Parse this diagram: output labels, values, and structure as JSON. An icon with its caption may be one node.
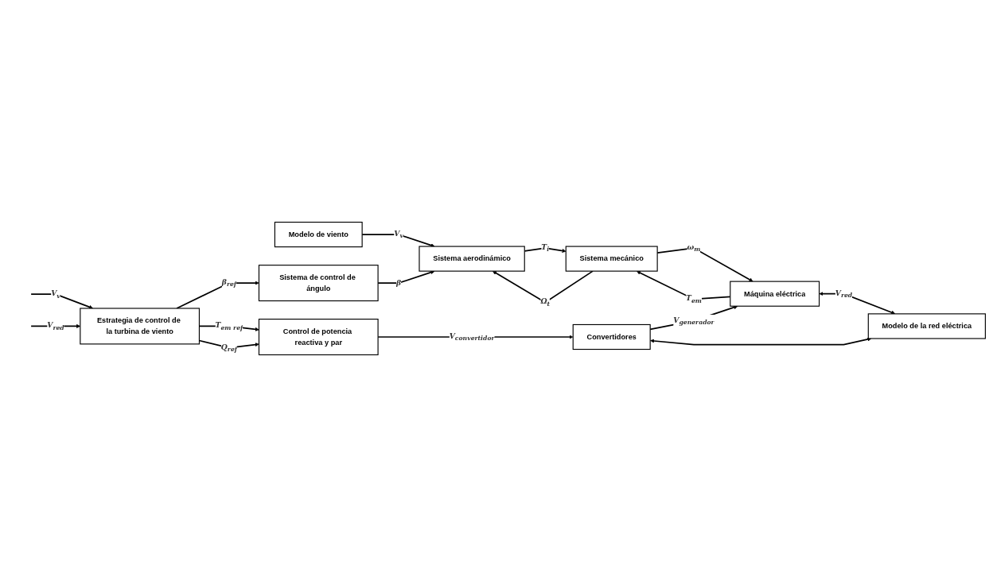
{
  "diagram": {
    "nodes": [
      {
        "text": [
          "Modelo de viento"
        ]
      },
      {
        "text": [
          "Sistema aerodinámico"
        ]
      },
      {
        "text": [
          "Sistema mecánico"
        ]
      },
      {
        "text": [
          "Máquina eléctrica"
        ]
      },
      {
        "text": [
          "Modelo de la red eléctrica"
        ]
      },
      {
        "text": [
          "Convertidores"
        ]
      },
      {
        "text": [
          "Sistema de control de ángulo"
        ]
      },
      {
        "text": [
          "Control de potencia reactiva y par"
        ]
      },
      {
        "text": [
          "Estrategia de control de la turbina de viento"
        ]
      }
    ],
    "edges": [
      {
        "from": 0,
        "to": 1,
        "arrow": "to",
        "label": "V$_{v}$"
      },
      {
        "from": 1,
        "to": 2,
        "arrow": "to",
        "label": "T$_{i}$"
      },
      {
        "from": 2,
        "to": 1,
        "arrow": "to",
        "label": "Ω$_{t}$"
      },
      {
        "from": 2,
        "to": 3,
        "arrow": "to",
        "label": "ω$_{m}$"
      },
      {
        "from": 3,
        "to": 2,
        "arrow": "to",
        "label": "T$_{em}$"
      },
      {
        "from": 3,
        "to": 4,
        "arrow": "both",
        "label": "V$_{red}$"
      },
      {
        "from": 5,
        "to": 3,
        "arrow": "to",
        "label": "V$_{generador}$"
      },
      {
        "from": 5,
        "to": 4,
        "arrow": "both"
      },
      {
        "from": 7,
        "to": 5,
        "arrow": "to",
        "label": "V$_{convertidor}$"
      },
      {
        "from": 6,
        "to": 1,
        "arrow": "to",
        "label": "β"
      },
      {
        "from": 8,
        "to": 6,
        "arrow": "to",
        "label": "β$_{ref}$"
      },
      {
        "from": 8,
        "to": 7,
        "arrow": "to",
        "label": "T$_{em ref}$"
      },
      {
        "from": 8,
        "to": 7,
        "arrow": "to",
        "label": "Q$_{ref}$"
      },
      {
        "from": null,
        "to": 8,
        "arrow": "to",
        "label": "V$_{v}$"
      },
      {
        "from": null,
        "to": 8,
        "arrow": "to",
        "label": "V$_{red}$"
      }
    ]
  }
}
